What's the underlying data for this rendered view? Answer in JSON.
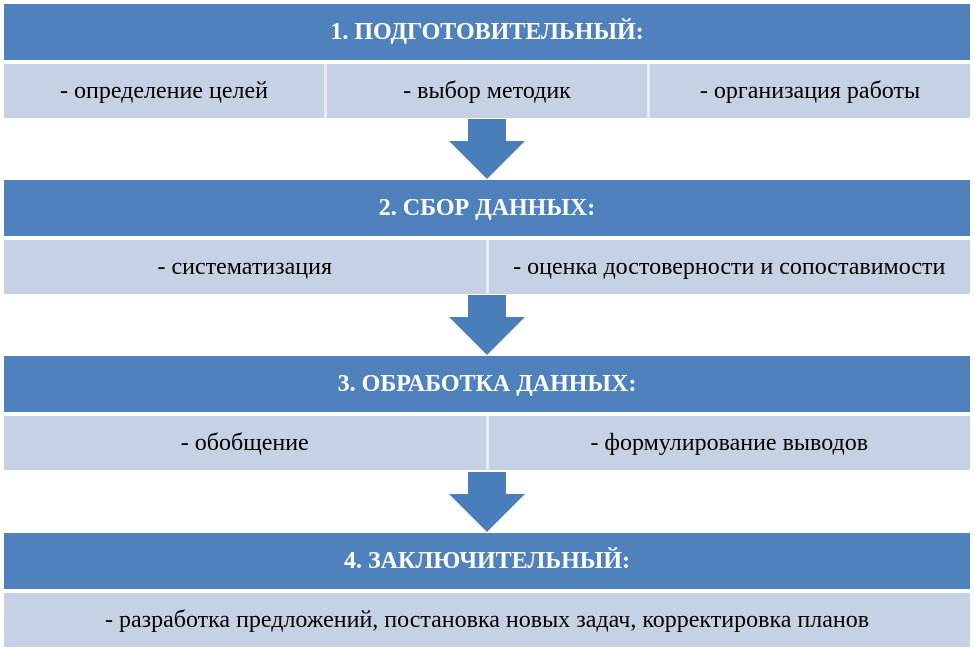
{
  "stages": [
    {
      "title": "1. ПОДГОТОВИТЕЛЬНЫЙ:",
      "items": [
        "- определение целей",
        "- выбор методик",
        "- организация работы"
      ]
    },
    {
      "title": "2. СБОР ДАННЫХ:",
      "items": [
        "- систематизация",
        "- оценка достоверности и сопоставимости"
      ]
    },
    {
      "title": "3. ОБРАБОТКА ДАННЫХ:",
      "items": [
        "- обобщение",
        "- формулирование выводов"
      ]
    },
    {
      "title": "4. ЗАКЛЮЧИТЕЛЬНЫЙ:",
      "items": [
        "- разработка предложений, постановка новых задач, корректировка планов"
      ]
    }
  ],
  "colors": {
    "header": "#4f81bd",
    "item": "#c7d1e6",
    "arrow": "#4a7ebb"
  },
  "icons": {
    "arrow": "down-arrow-icon"
  }
}
